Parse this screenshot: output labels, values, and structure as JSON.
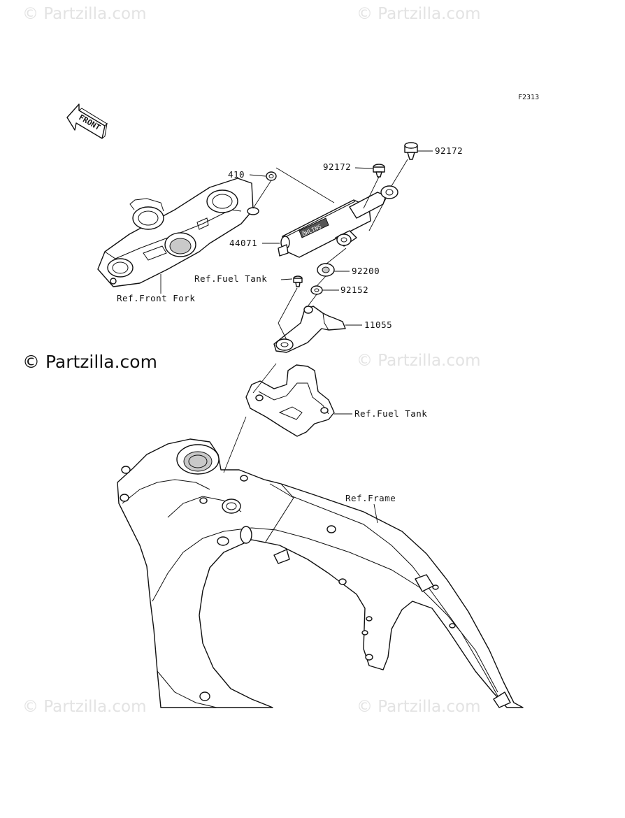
{
  "watermarks": [
    "© Partzilla.com",
    "© Partzilla.com",
    "© Partzilla.com",
    "© Partzilla.com",
    "© Partzilla.com"
  ],
  "copyright": "© Partzilla.com",
  "figure_code": "F2313",
  "front_arrow_label": "FRONT",
  "damper_brand": "ÖHLINS",
  "labels": {
    "p410": "410",
    "p92172_top": "92172",
    "p92172_mid": "92172",
    "p44071": "44071",
    "p92200": "92200",
    "p92152": "92152",
    "p11055": "11055",
    "ref_fuel_tank_1": "Ref.Fuel Tank",
    "ref_fuel_tank_2": "Ref.Fuel Tank",
    "ref_front_fork": "Ref.Front Fork",
    "ref_frame": "Ref.Frame"
  }
}
